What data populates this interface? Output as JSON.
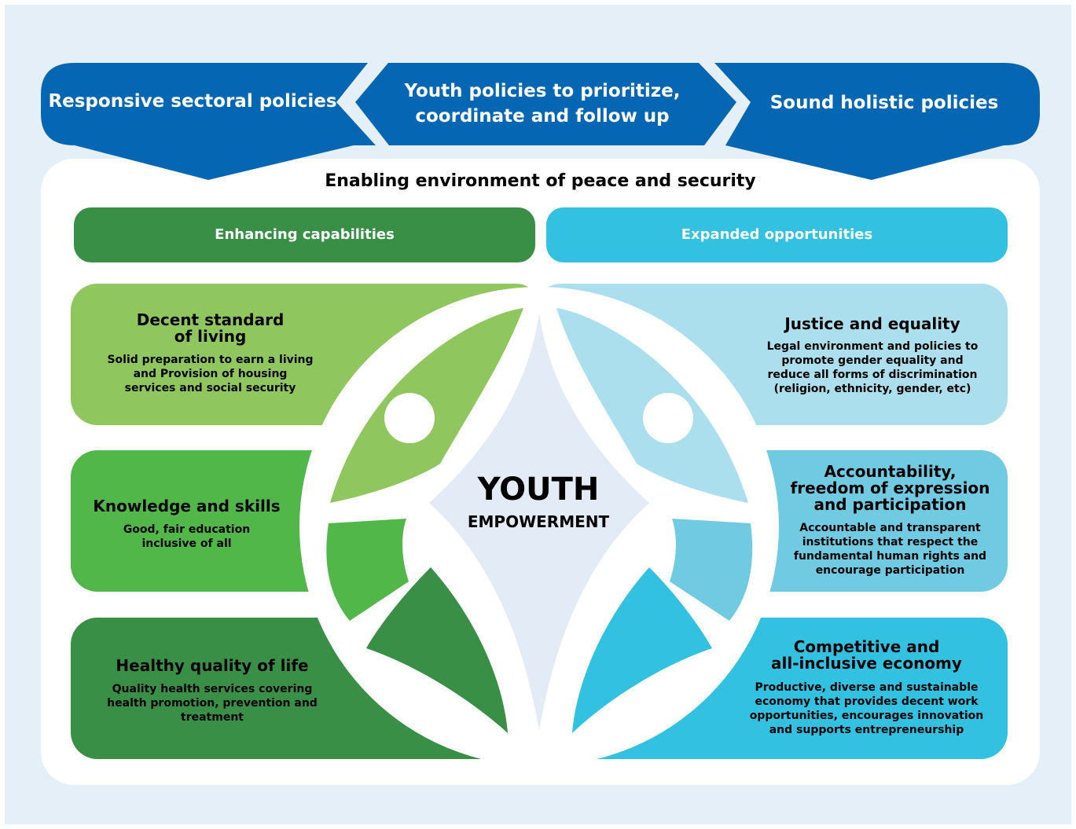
{
  "banner": {
    "left": "Responsive sectoral policies",
    "center_line1": "Youth policies to prioritize,",
    "center_line2": "coordinate and follow up",
    "right": "Sound holistic policies"
  },
  "environment_title": "Enabling environment of peace and security",
  "headers": {
    "left": "Enhancing capabilities",
    "right": "Expanded opportunities"
  },
  "center": {
    "title": "YOUTH",
    "subtitle": "EMPOWERMENT"
  },
  "left_boxes": [
    {
      "title_lines": [
        "Decent standard",
        "of living"
      ],
      "desc_lines": [
        "Solid preparation to earn a living",
        "and Provision of housing",
        "services and social security"
      ]
    },
    {
      "title_lines": [
        "Knowledge and skills"
      ],
      "desc_lines": [
        "Good, fair education",
        "inclusive of all"
      ]
    },
    {
      "title_lines": [
        "Healthy quality of life"
      ],
      "desc_lines": [
        "Quality health services covering",
        "health promotion, prevention and",
        "treatment"
      ]
    }
  ],
  "right_boxes": [
    {
      "title_lines": [
        "Justice and equality"
      ],
      "desc_lines": [
        "Legal environment and policies to",
        "promote gender equality and",
        "reduce all forms of discrimination",
        "(religion, ethnicity, gender, etc)"
      ]
    },
    {
      "title_lines": [
        "Accountability,",
        "freedom of expression",
        "and participation"
      ],
      "desc_lines": [
        "Accountable and transparent",
        "institutions that respect the",
        "fundamental human rights and",
        "encourage participation"
      ]
    },
    {
      "title_lines": [
        "Competitive and",
        "all-inclusive economy"
      ],
      "desc_lines": [
        "Productive, diverse and sustainable",
        "economy that provides decent work",
        "opportunities, encourages innovation",
        "and supports entrepreneurship"
      ]
    }
  ],
  "colors": {
    "background": "#e4eff7",
    "banner_blue": "#0567b4",
    "dark_green": "#388f45",
    "medium_green": "#50b748",
    "light_green": "#8fc75e",
    "light_blue": "#acdfee",
    "medium_blue": "#70cae2",
    "cyan": "#33c1e1",
    "center_fill": "#e2ebf6"
  }
}
